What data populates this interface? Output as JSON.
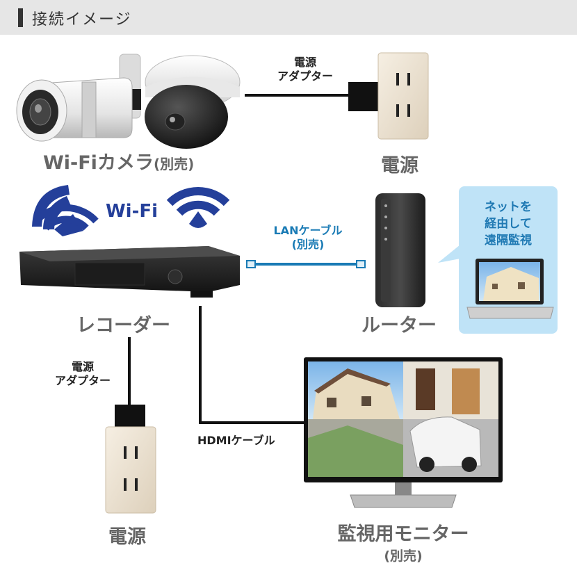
{
  "header": {
    "title": "接続イメージ"
  },
  "camera": {
    "label": "Wi-Fiカメラ",
    "note": "(別売)"
  },
  "wifi": {
    "label": "Wi-Fi"
  },
  "outlet_top": {
    "label": "電源"
  },
  "adapter_top": {
    "line1": "電源",
    "line2": "アダプター"
  },
  "recorder": {
    "label": "レコーダー"
  },
  "router": {
    "label": "ルーター"
  },
  "lan_cable": {
    "line1": "LANケーブル",
    "line2": "(別売)"
  },
  "remote": {
    "line1": "ネットを",
    "line2": "経由して",
    "line3": "遠隔監視"
  },
  "adapter_bottom": {
    "line1": "電源",
    "line2": "アダプター"
  },
  "outlet_bottom": {
    "label": "電源"
  },
  "hdmi_cable": {
    "label": "HDMIケーブル"
  },
  "monitor": {
    "label": "監視用モニター",
    "note": "(別売)"
  },
  "colors": {
    "wifi_blue": "#243f9a",
    "lan_blue": "#1a7bb5",
    "label_gray": "#666666",
    "bubble_blue": "#bfe3f7"
  }
}
